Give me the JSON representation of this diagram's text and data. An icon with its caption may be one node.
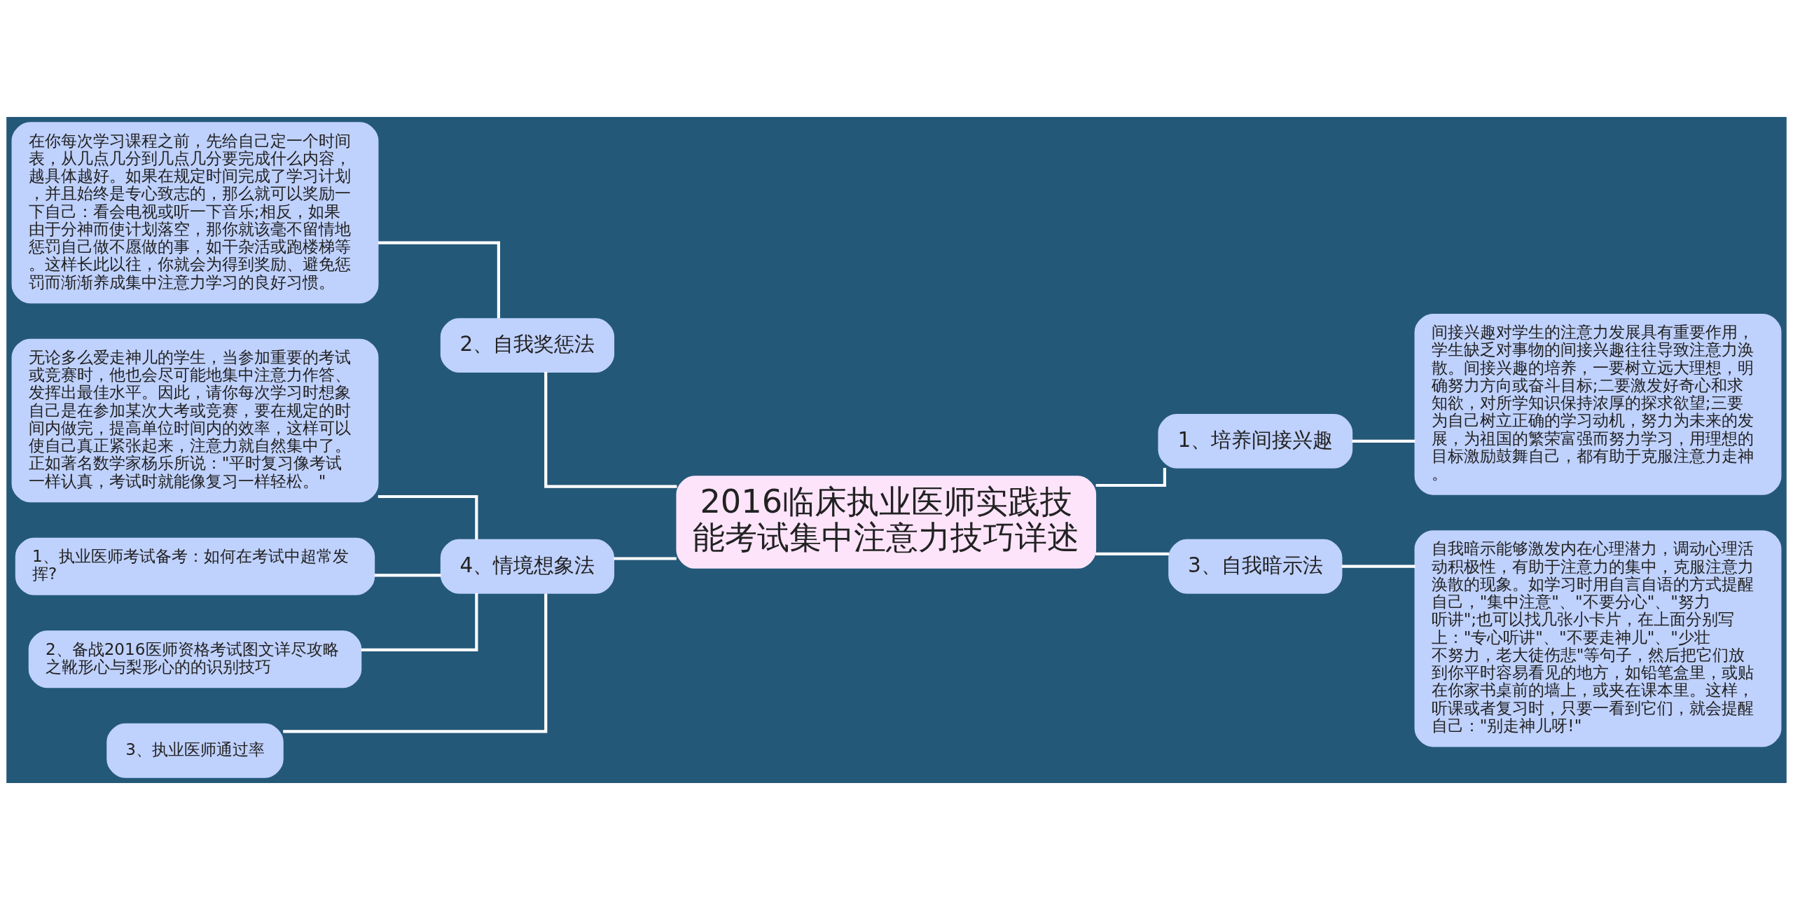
{
  "diagram": {
    "nodes": [
      {
        "text": [
          "2016临床执业医师实践技能考试集中注意力技巧详述"
        ]
      },
      {
        "text": [
          "2、自我奖惩法"
        ]
      },
      {
        "text": [
          "在你每次学习课程之前，先给自己定一个时间表，从几点几分到几点几分要完成什么内容，越具体越好。如果在规定时间完成了学习计划，并且始终是专心致志的，那么就可以奖励一下自己：看会电视或听一下音乐;相反，如果由于分神而使计划落空，那你就该毫不留情地惩罚自己做不愿做的事，如干杂活或跑楼梯等。这样长此以往，你就会为得到奖励、避免惩罚而渐渐养成集中注意力学习的良好习惯。"
        ]
      },
      {
        "text": [
          "4、情境想象法"
        ]
      },
      {
        "text": [
          "无论多么爱走神儿的学生，当参加重要的考试或竞赛时，他也会尽可能地集中注意力作答、发挥出最佳水平。因此，请你每次学习时想象自己是在参加某次大考或竞赛，要在规定的时间内做完，提高单位时间内的效率，这样可以使自己真正紧张起来，注意力就自然集中了。正如著名数学家杨乐所说：\"平时复习像考试一样认真，考试时就能像复习一样轻松。\""
        ]
      },
      {
        "text": [
          "1、执业医师考试备考：如何在考试中超常发挥?"
        ]
      },
      {
        "text": [
          "2、备战2016医师资格考试图文详尽攻略之靴形心与梨形心的的识别技巧"
        ]
      },
      {
        "text": [
          "3、执业医师通过率"
        ]
      },
      {
        "text": [
          "1、培养间接兴趣"
        ]
      },
      {
        "text": [
          "间接兴趣对学生的注意力发展具有重要作用，学生缺乏对事物的间接兴趣往往导致注意力涣散。间接兴趣的培养，一要树立远大理想，明确努力方向或奋斗目标;二要激发好奇心和求知欲，对所学知识保持浓厚的探求欲望;三要为自己树立正确的学习动机，努力为未来的发展，为祖国的繁荣富强而努力学习，用理想的目标激励鼓舞自己，都有助于克服注意力走神。"
        ]
      },
      {
        "text": [
          "3、自我暗示法"
        ]
      },
      {
        "text": [
          "自我暗示能够激发内在心理潜力，调动心理活动积极性，有助于注意力的集中，克服注意力涣散的现象。如学习时用自言自语的方式提醒自己，\"集中注意\"、\"不要分心\"、\"努力听讲\";也可以找几张小卡片，在上面分别写上：\"专心听讲\"、\"不要走神儿\"、\"少壮不努力，老大徒伤悲\"等句子，然后把它们放到你平时容易看见的地方，如铅笔盒里，或贴在你家书桌前的墙上，或夹在课本里。这样，听课或者复习时，只要一看到它们，就会提醒自己：\"别走神儿呀!\""
        ]
      }
    ],
    "edges": [
      {
        "from": 0,
        "to": 1,
        "arrow": "none"
      },
      {
        "from": 1,
        "to": 2,
        "arrow": "none"
      },
      {
        "from": 0,
        "to": 3,
        "arrow": "none"
      },
      {
        "from": 3,
        "to": 4,
        "arrow": "none"
      },
      {
        "from": 3,
        "to": 5,
        "arrow": "none"
      },
      {
        "from": 3,
        "to": 6,
        "arrow": "none"
      },
      {
        "from": 3,
        "to": 7,
        "arrow": "none"
      },
      {
        "from": 0,
        "to": 8,
        "arrow": "none"
      },
      {
        "from": 8,
        "to": 9,
        "arrow": "none"
      },
      {
        "from": 0,
        "to": 10,
        "arrow": "none"
      },
      {
        "from": 10,
        "to": 11,
        "arrow": "none"
      }
    ]
  }
}
